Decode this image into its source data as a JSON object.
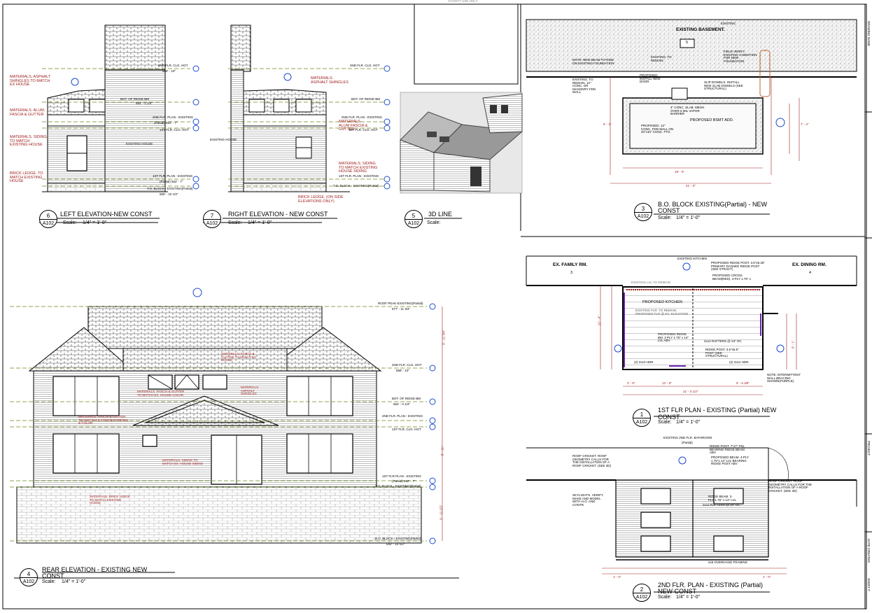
{
  "sheet": {
    "stamp": "COUNTY USE ONLY",
    "sidebar": [
      "DRAWING NAME",
      "PROJECT",
      "DATE CREATED",
      "SHEET #"
    ]
  },
  "views": {
    "v6": {
      "num": "6",
      "sheet": "A102",
      "title": "LEFT ELEVATION-NEW CONST",
      "scale_label": "Scale:",
      "scale": "1/4\" = 1'-0\""
    },
    "v7": {
      "num": "7",
      "sheet": "A102",
      "title": "RIGHT ELEVATION - NEW CONST",
      "scale_label": "Scale:",
      "scale": "1/4\" = 1'-0\""
    },
    "v5": {
      "num": "5",
      "sheet": "A102",
      "title": "3D LINE",
      "scale_label": "Scale:",
      "scale": ""
    },
    "v3": {
      "num": "3",
      "sheet": "A102",
      "title": "B.O. BLOCK EXISTING(Partial) - NEW",
      "title2": "CONST",
      "scale_label": "Scale:",
      "scale": "1/4\" = 1'-0\""
    },
    "v4": {
      "num": "4",
      "sheet": "A102",
      "title": "REAR ELEVATION - EXISTING NEW",
      "title2": "CONST",
      "scale_label": "Scale:",
      "scale": "1/4\" = 1'-0\""
    },
    "v1": {
      "num": "1",
      "sheet": "A102",
      "title": "1ST FLR PLAN - EXISTING (Partial) NEW",
      "title2": "CONST",
      "scale_label": "Scale:",
      "scale": "1/4\" = 1'-0\""
    },
    "v2": {
      "num": "2",
      "sheet": "A102",
      "title": "2ND FLR. PLAN - EXISTING (Partial)",
      "title2": "NEW CONST",
      "scale_label": "Scale:",
      "scale": "1/4\" = 1'-0\""
    }
  },
  "left_elev": {
    "notes": [
      "MATERIALS. ASPHALT SHINGLES TO MATCH EX HOUSE",
      "MATERIALS. ALUM. FASCIA & GUTTER",
      "MATERIALS. SIDING TO MATCH EXISTING HOUSE",
      "BRICK LEDGE. TO MATCH EXISTING HOUSE"
    ],
    "label": "EXISTING HOUSE"
  },
  "right_elev": {
    "notes": [
      "MATERIALS. ASPHALT SHINGLES",
      "MATERIALS. ALUM FASCIA & GUTTER",
      "MATERIALS. SIDING TO MATCH EXISTING HOUSE SIDING",
      "BRICK LEDGE. (ON SIDE ELEVATIONS ONLY)"
    ],
    "label": "EXISTING HOUSE"
  },
  "levels_top": [
    {
      "name": "2ND FLR. CLG. HGT",
      "elev": "568' - 10\""
    },
    {
      "name": "BOT. OF RIDGE BM",
      "elev": "564' - 0 1/4\""
    },
    {
      "name": "2ND FLR. PLAN - EXISTING",
      "elev": "(Partial) 562' - 7\""
    },
    {
      "name": "1ST FLR. CLG. HGT",
      "elev": "560' - 0\""
    },
    {
      "name": "1ST FLR. PLAN - EXISTING",
      "elev": "(Partial) 552' - 7\""
    },
    {
      "name": "T.O. BLOCK - EXISTING(Partial)",
      "elev": "550' - 10 1/2\""
    }
  ],
  "block": {
    "labels": [
      "EXISTING BASEMENT.",
      "5",
      "EXISTING"
    ],
    "notes": [
      "NOTE: NEW BEAM TO RIDE ON EXISTING FOUNDATION",
      "EXISTING. TO REMAIN. 12\" CONC. OR MASONRY FDN WALL",
      "EXISTING. TO REMAIN.",
      "PROPOSED. INSTALL NEW DOOR",
      "FIELD VERIFY. EXISTING CONDITION FOR NEW FOUNDATION",
      "SLIP DOWELS. INSTALL NEW SLAB DOWELS (SEE STRUCTURAL)",
      "4\" CONC. SLAB. MESH OVER 6 MIL VAPOR BARRIER",
      "PROPOSED BSMT ADD.",
      "PROPOSED. 12\" CONC. FDN WALL ON 20\"x10\" CONC. FTG."
    ],
    "dims": [
      "18' - 0\"",
      "21' - 0\"",
      "6' - 4\"",
      "7' - 4\""
    ]
  },
  "rear": {
    "notes": [
      "MATERIALS. FASCIA & GUTTER TO MATCH EX. HOUSE",
      "MATERIALS. ASPHALT SHINGLES",
      "MATERIALS. FASCIA & GUTTER TO MATCH EX. HOUSE COLOR",
      "MATERIALS. FASCIA & GUTTER TO MATCH EX. HOUSE MATERIAL & COLOR",
      "MATERIALS. SIDING TO MATCH EX. HOUSE SIDING",
      "MATERIALS. BRICK LEDGE TO MATCH EXISTING HOUSE"
    ],
    "levels": [
      {
        "name": "ROOF PEAK-EXISTING(Partial)",
        "elev": "577' - 11 3/4\""
      },
      {
        "name": "2ND FLR. CLG. HGT",
        "elev": "568' - 10\""
      },
      {
        "name": "BOT. OF RIDGE BM",
        "elev": "564' - 0 1/4\""
      },
      {
        "name": "2ND FLR. PLAN - EXISTING",
        "elev": "(Partial) 562' - 7\""
      },
      {
        "name": "1ST FLR. CLG. HGT",
        "elev": "560' - 0\""
      },
      {
        "name": "1ST FLR PLAN - EXISTING",
        "elev": "(Partial) 552' - 7\""
      },
      {
        "name": "T.O. BLOCK - EXISTING(Partial)",
        "elev": "550' - 10 1/2\""
      },
      {
        "name": "B.O. BLOCK - EXISTING(Partial)",
        "elev": "542' - 10 1/2\""
      }
    ],
    "dims": [
      "9' - 11 3/4\"",
      "8' - 11\"",
      "9' - 11 1/2\""
    ]
  },
  "plan1": {
    "rooms": [
      "EX. FAMILY RM.",
      "3",
      "EX. DINING RM.",
      "4",
      "EXISTING KITCHEN",
      "PROPOSED KITCHEN"
    ],
    "notes": [
      "PROPOSED RIDGE POST. 3.5\"x5.25\" PRIMARY DASHED RIDGE POST (SEE STRUCT)",
      "PROPOSED CROSS BEAM(RED). 4-PLY 1.75\" x",
      "EXISTING LVL TO REMAIN",
      "EXISTING FLR. TO REMAIN. PROPOSED FLR @ EX. ELEVATION",
      "PROPOSED RIDGE BM. 3 PLY 1.75\" x 14\" LVL ABV",
      "2x12 RAFTERS @ 24\" OC",
      "RIDGE POST. 3.5\"x5.5\" POST (SEE STRUCTURAL)",
      "(2) 2x10 HDR.",
      "(2) 2x12 HDR.",
      "NOTE: INTERMITTENT WALL BRACING SHOWN(PURPLE)"
    ],
    "dims": [
      "2' - 8\"",
      "12' - 8\"",
      "5' - 6 3/8\"",
      "21' - 0 1/2\"",
      "12' - 4\"",
      "9' - 1\""
    ]
  },
  "plan2": {
    "labels": [
      "EXISTING 2ND FLR. BATHROOM",
      "(Partial)"
    ],
    "notes": [
      "RIDGE POST. 7\"x7\" PSL BEARING RIDGE BEAM ABV",
      "PROPOSED BEAM. 4-PLY 1.75\"x 14\" LVL BEARING RIDGE POST ABV",
      "ROOF CRICKET. ROOF GEOMETRY CALLS FOR THE INSTALLATION OF A ROOF CRICKET. (SEE 3D)",
      "ROOF CRICKET. ROOF GEOMETRY CALLS FOR THE INSTALLATION OF A ROOF CRICKET. (SEE 3D)",
      "SKYLIGHTS. VERIFY MAKE AND MODEL WITH H.O. AND CONTR.",
      "RIDGE BEAM. 2-PLY 1.75\" x 14\" LVL",
      "2x12 RAFTERS @ 24\" OC",
      "2x6 OVERHANG FRAMING"
    ],
    "dims": [
      "1' - 0\"",
      "1' - 0\""
    ]
  },
  "colors": {
    "red": "#a02020",
    "green": "#4a7a1a",
    "blue": "#1a4ad0",
    "purple": "#6a2ab0"
  }
}
